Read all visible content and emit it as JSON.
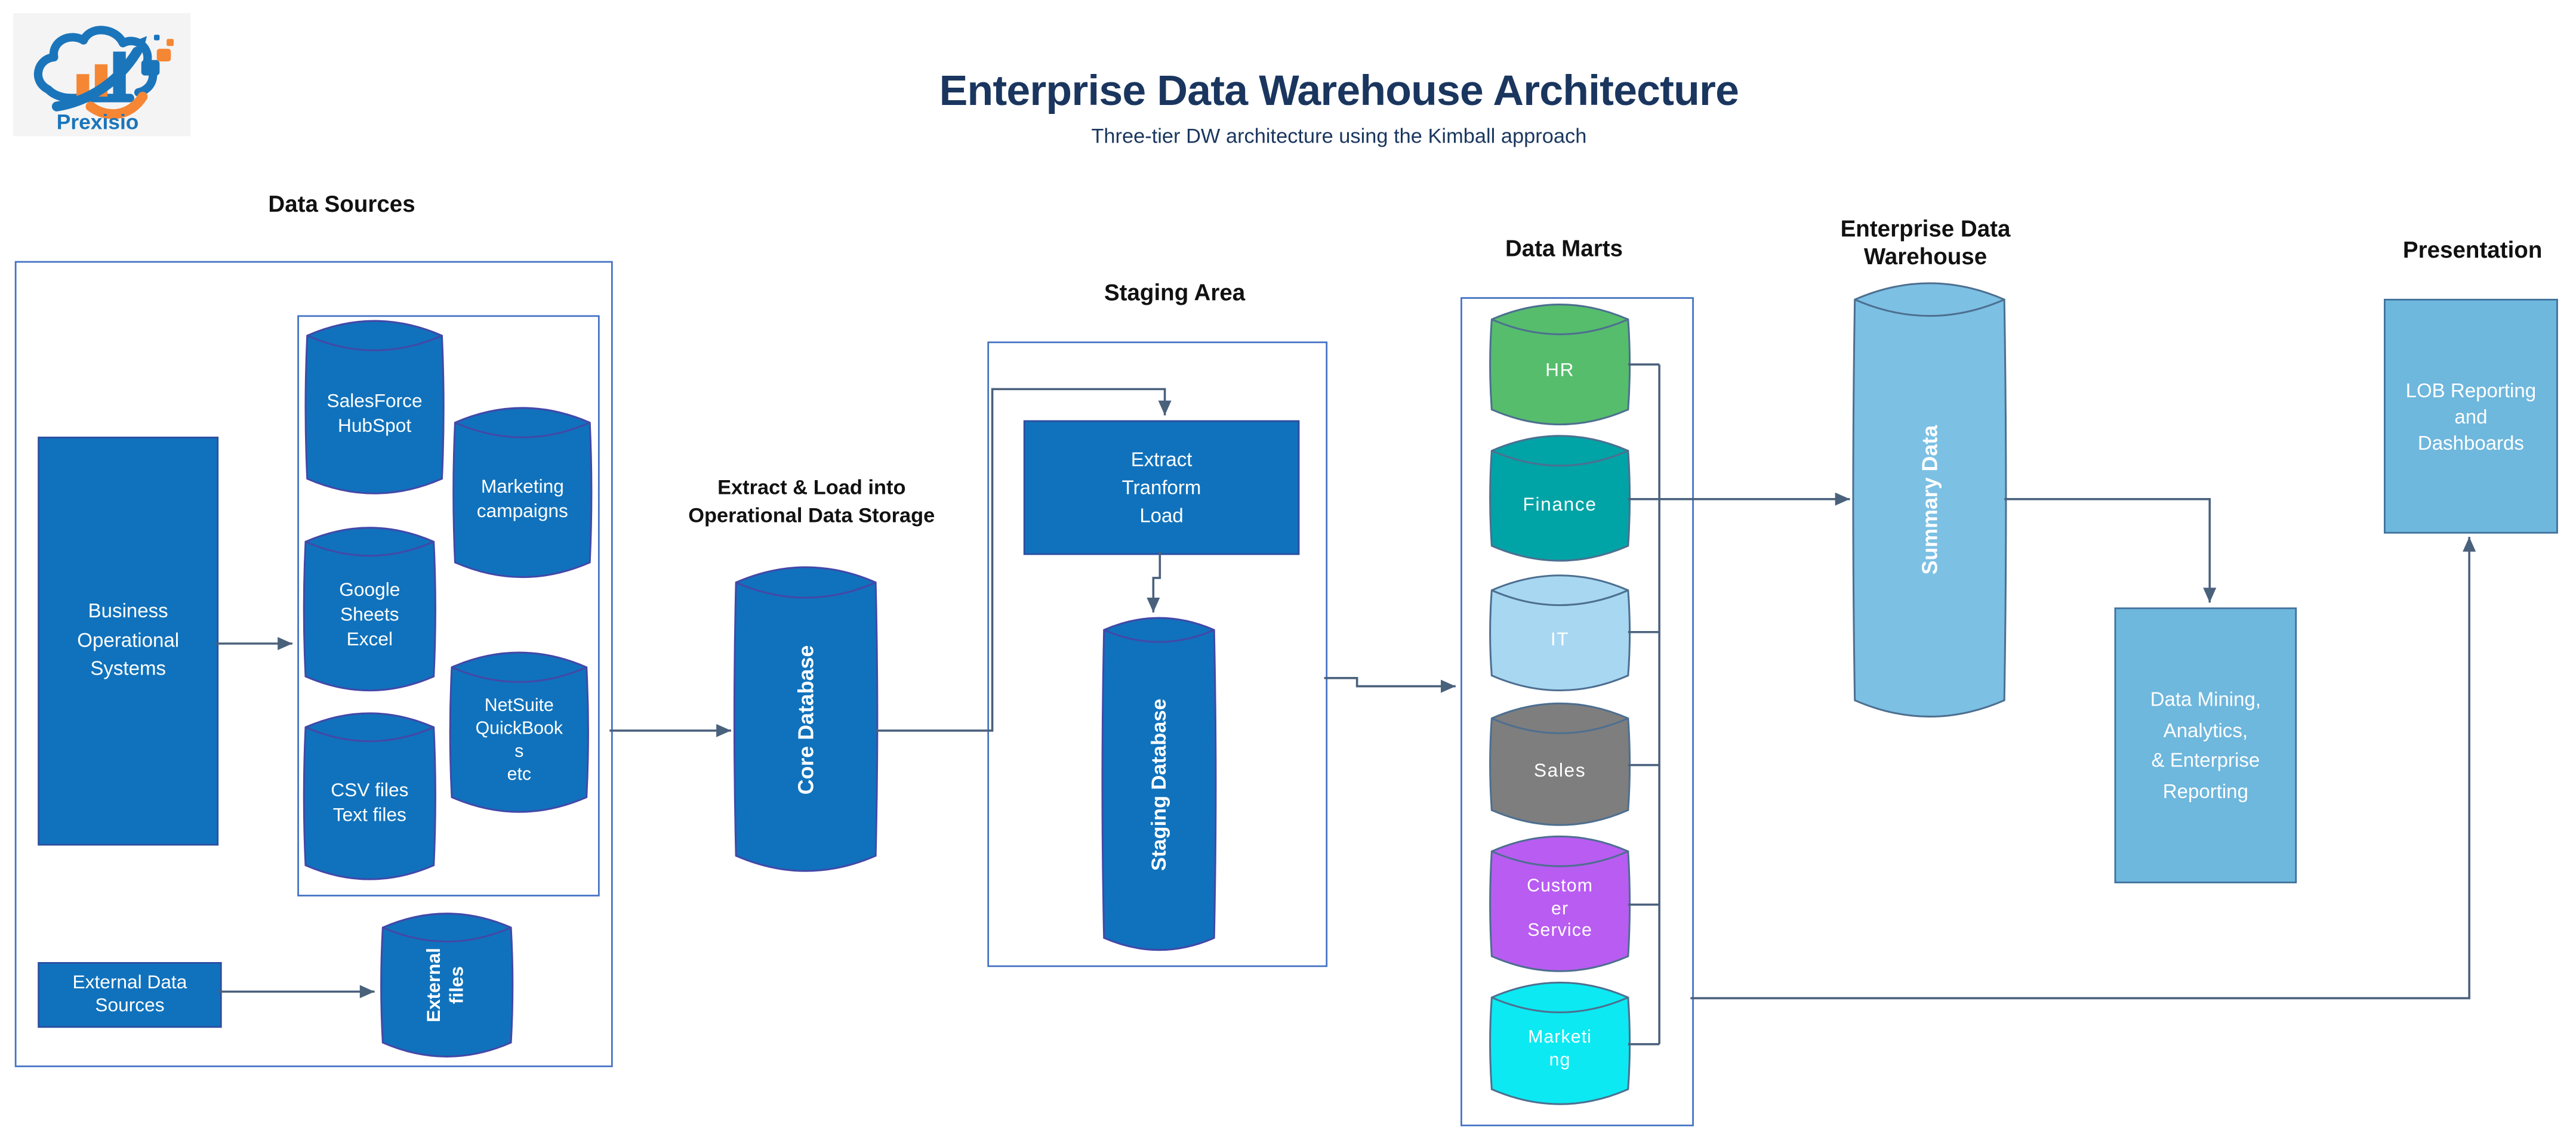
{
  "meta": {
    "title": "Enterprise Data Warehouse Architecture",
    "subtitle": "Three-tier DW architecture using the Kimball approach"
  },
  "logo": {
    "brand": "Prexisio"
  },
  "colors": {
    "primary_blue": "#1072bc",
    "primary_blue_border": "#4348a8",
    "rect_border": "#2d4ea0",
    "container_border": "#4472c4",
    "connector": "#4a617c",
    "title_navy": "#1a365f",
    "light_blue_fill": "#6eb7dd",
    "light_blue_border": "#41719c",
    "summary_fill": "#7cc0e4",
    "mart_border": "#4d6f90",
    "hr_green": "#56bd6d",
    "finance_teal": "#00a3a6",
    "it_light_blue": "#a8d7f2",
    "sales_gray": "#7e7e7e",
    "customer_purple": "#b95cf2",
    "marketing_cyan": "#0ce9f2",
    "logo_blue": "#1b75bb",
    "logo_orange": "#f58634"
  },
  "sections": {
    "data_sources": {
      "label": "Data Sources"
    },
    "staging": {
      "label": "Staging Area"
    },
    "data_marts": {
      "label": "Data Marts"
    },
    "edw": {
      "lines": [
        "Enterprise Data",
        "Warehouse"
      ]
    },
    "presentation": {
      "label": "Presentation"
    },
    "ods": {
      "lines": [
        "Extract & Load into",
        "Operational Data Storage"
      ]
    }
  },
  "nodes": {
    "business_ops": {
      "lines": [
        "Business",
        "Operational",
        "Systems"
      ]
    },
    "external_sources": {
      "lines": [
        "External Data",
        "Sources"
      ]
    },
    "salesforce": {
      "lines": [
        "SalesForce",
        "HubSpot"
      ]
    },
    "marketing_campaigns": {
      "lines": [
        "Marketing",
        "campaigns"
      ]
    },
    "google_sheets": {
      "lines": [
        "Google",
        "Sheets",
        "Excel"
      ]
    },
    "netsuite": {
      "lines": [
        "NetSuite",
        "QuickBook",
        "s",
        "etc"
      ]
    },
    "csv_files": {
      "lines": [
        "CSV files",
        "Text files"
      ]
    },
    "external_files": {
      "lines": [
        "External",
        "files"
      ]
    },
    "core_db": {
      "label": "Core Database"
    },
    "etl": {
      "lines": [
        "Extract",
        "Tranform",
        "Load"
      ]
    },
    "staging_db": {
      "label": "Staging Database"
    },
    "summary": {
      "label": "Summary Data"
    },
    "marts": {
      "hr": {
        "label": "HR"
      },
      "finance": {
        "label": "Finance"
      },
      "it": {
        "label": "IT"
      },
      "sales": {
        "label": "Sales"
      },
      "customer_service": {
        "lines": [
          "Custom",
          "er",
          "Service"
        ]
      },
      "marketing": {
        "lines": [
          "Marketi",
          "ng"
        ]
      }
    },
    "lob": {
      "lines": [
        "LOB Reporting",
        "and",
        "Dashboards"
      ]
    },
    "mining": {
      "lines": [
        "Data Mining,",
        "Analytics,",
        "& Enterprise",
        "Reporting"
      ]
    }
  }
}
